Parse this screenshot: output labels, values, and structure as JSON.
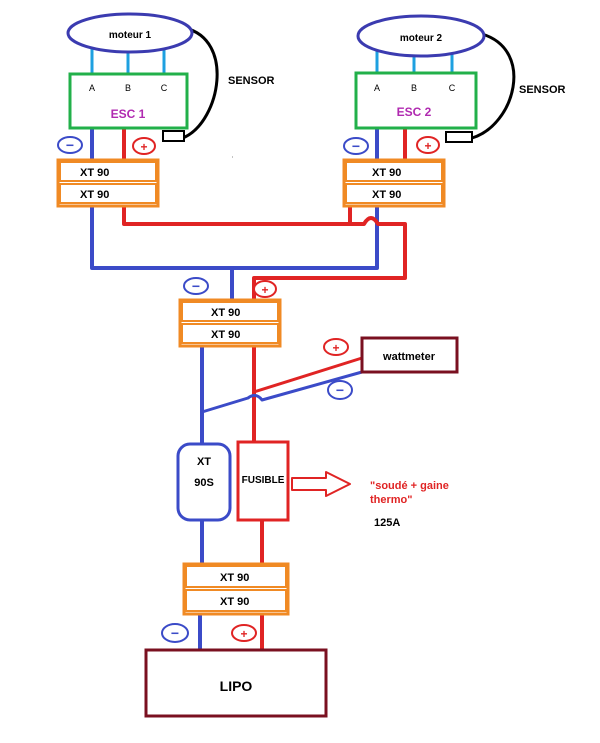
{
  "motors": [
    {
      "label": "moteur 1"
    },
    {
      "label": "moteur 2"
    }
  ],
  "esc": [
    {
      "label": "ESC 1",
      "phases": [
        "A",
        "B",
        "C"
      ],
      "sensor": "SENSOR"
    },
    {
      "label": "ESC 2",
      "phases": [
        "A",
        "B",
        "C"
      ],
      "sensor": "SENSOR"
    }
  ],
  "connectors": {
    "esc1": [
      "XT 90",
      "XT 90"
    ],
    "esc2": [
      "XT 90",
      "XT 90"
    ],
    "main": [
      "XT 90",
      "XT 90"
    ],
    "battery": [
      "XT 90",
      "XT 90"
    ]
  },
  "xt90s": {
    "line1": "XT",
    "line2": "90S"
  },
  "fuse": {
    "label": "FUSIBLE"
  },
  "note": {
    "line1": "\"soudé + gaine",
    "line2": "thermo\"",
    "rating": "125A"
  },
  "wattmeter": {
    "label": "wattmeter"
  },
  "battery": {
    "label": "LIPO"
  },
  "polarity": {
    "negative": "−",
    "positive": "+"
  },
  "colors": {
    "negative_wire": "#3b4bc8",
    "positive_wire": "#e02424",
    "phase_wire": "#1ea0e0",
    "esc_border": "#22b04a",
    "connector_border": "#f08a24",
    "motor_border": "#3b3bb0",
    "device_border": "#7a1020",
    "esc_text": "#b02ab0",
    "note_text": "#e02424"
  }
}
